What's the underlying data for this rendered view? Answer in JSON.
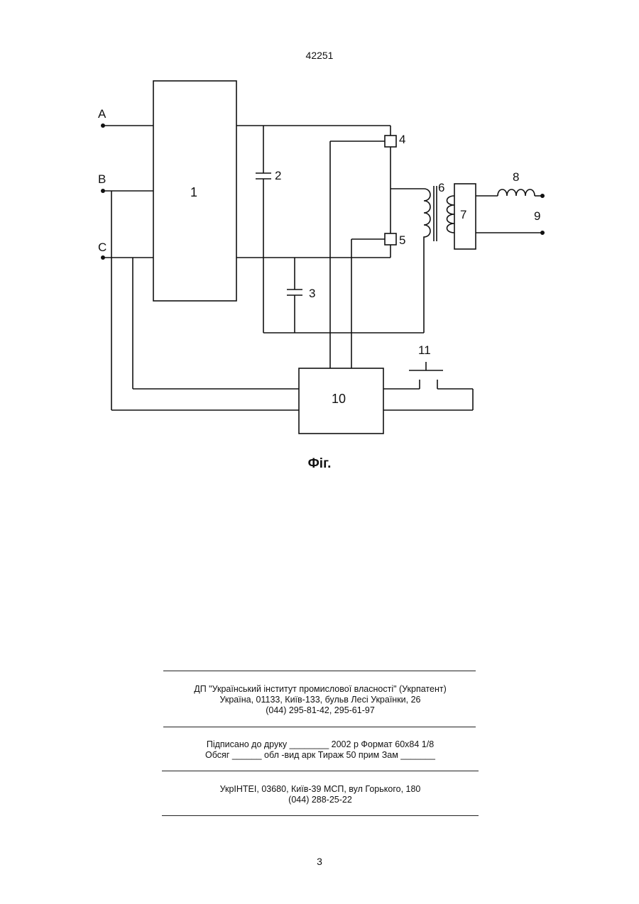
{
  "header": {
    "patent_number": "42251"
  },
  "figure": {
    "terminals": [
      "A",
      "B",
      "C"
    ],
    "labels": {
      "block1": "1",
      "cap2": "2",
      "cap3": "3",
      "sw4": "4",
      "sw5": "5",
      "transformer6": "6",
      "rect7": "7",
      "choke8": "8",
      "out9": "9",
      "ctrl10": "10",
      "button11": "11"
    },
    "caption": "Фіг."
  },
  "imprint": {
    "org_line1": "ДП \"Український інститут промислової власності\" (Укрпатент)",
    "org_line2": "Україна, 01133, Київ-133, бульв  Лесі Українки, 26",
    "org_line3": "(044) 295-81-42, 295-61-97",
    "print_line1": "Підписано до друку ________ 2002 р    Формат 60х84 1/8",
    "print_line2": "Обсяг ______ обл -вид  арк   Тираж 50 прим     Зам _______",
    "press_line1": "УкрІНТЕІ, 03680, Київ-39 МСП, вул  Горького, 180",
    "press_line2": "(044) 288-25-22"
  },
  "footer": {
    "page_number": "3"
  }
}
